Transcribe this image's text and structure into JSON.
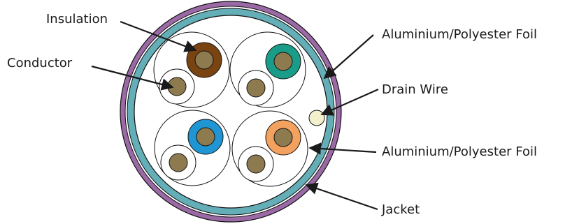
{
  "labels": {
    "insulation": "Insulation",
    "conductor": "Conductor",
    "foil_outer": "Aluminium/Polyester Foil",
    "drain_wire": "Drain Wire",
    "foil_inner": "Aluminium/Polyester Foil",
    "jacket": "Jacket"
  },
  "colors": {
    "jacket_outer": "#9b6aa6",
    "shield_band": "#64aeb7",
    "insulation_brown": "#7a4312",
    "insulation_green": "#1a9d88",
    "insulation_blue": "#1f96d3",
    "insulation_orange": "#f3a15f",
    "conductor": "#8e7a4f",
    "drain_wire": "#f3f0cd"
  }
}
